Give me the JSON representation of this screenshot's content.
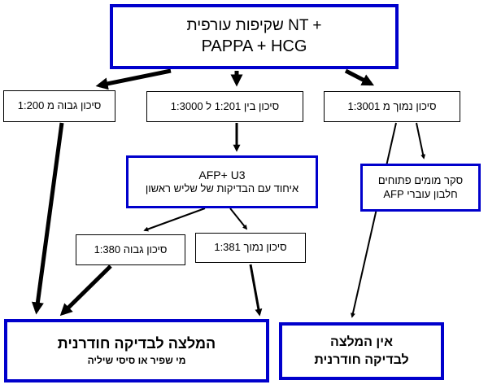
{
  "colors": {
    "accent_blue": "#0000CC",
    "line_black": "#000000",
    "background": "#FFFFFF"
  },
  "flowchart": {
    "top": {
      "line1": "שקיפות עורפית NT +",
      "line2": "PAPPA + HCG"
    },
    "risk_high": {
      "label": "סיכון גבוה מ 1:200"
    },
    "risk_mid": {
      "label": "סיכון בין 1:201 ל 1:3000"
    },
    "risk_low": {
      "label": "סיכון נמוך מ 1:3001"
    },
    "integrated": {
      "line1": "AFP+ U3",
      "line2": "איחוד עם הבדיקות של שליש ראשון"
    },
    "screening": {
      "line1": "סקר מומים פתוחים",
      "line2": "חלבון עוברי AFP"
    },
    "risk_high_2": {
      "label": "סיכון גבוה 1:380"
    },
    "risk_low_2": {
      "label": "סיכון נמוך 1:381"
    },
    "recommend": {
      "line1": "המלצה לבדיקה חודרנית",
      "line2": "מי שפיר או סיסי שיליה"
    },
    "no_recommend": {
      "line1": "אין המלצה",
      "line2": "לבדיקה חודרנית"
    }
  }
}
